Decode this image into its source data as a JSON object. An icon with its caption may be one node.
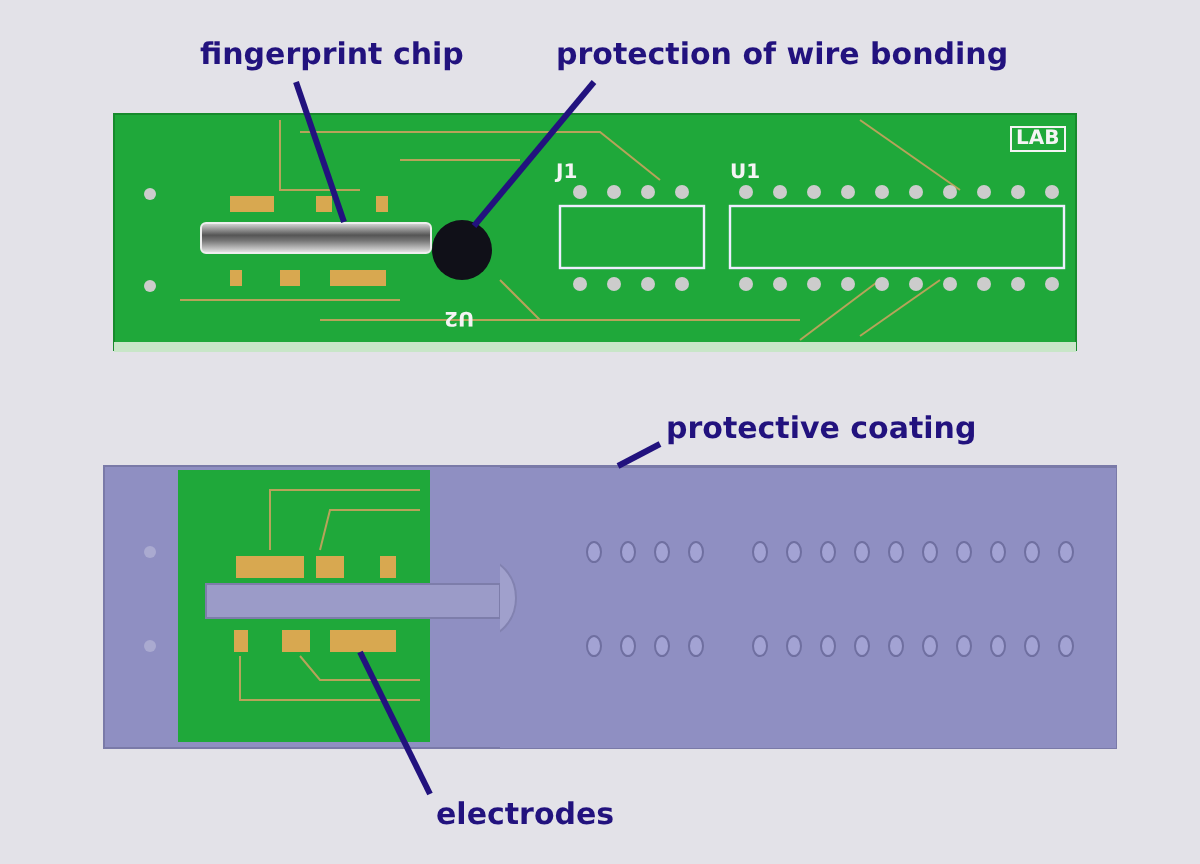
{
  "diagram": {
    "nodes": [
      {
        "text": [
          "fingerprint chip"
        ]
      },
      {
        "text": [
          "protection of wire bonding"
        ]
      },
      {
        "text": [],
        "shape": "bar"
      },
      {
        "text": [],
        "shape": "circle"
      },
      {
        "text": [
          "protective coating"
        ]
      },
      {
        "text": [],
        "shape": "box"
      },
      {
        "text": [
          "electrodes"
        ]
      },
      {
        "text": [],
        "shape": "box"
      }
    ],
    "edges": [
      {
        "from": 0,
        "to": 2,
        "arrow": "none"
      },
      {
        "from": 1,
        "to": 3,
        "arrow": "none"
      },
      {
        "from": 4,
        "to": 5,
        "arrow": "none"
      },
      {
        "from": 6,
        "to": 7,
        "arrow": "none"
      }
    ],
    "labels": [
      "LAB",
      "J1",
      "U1",
      "U2"
    ]
  }
}
